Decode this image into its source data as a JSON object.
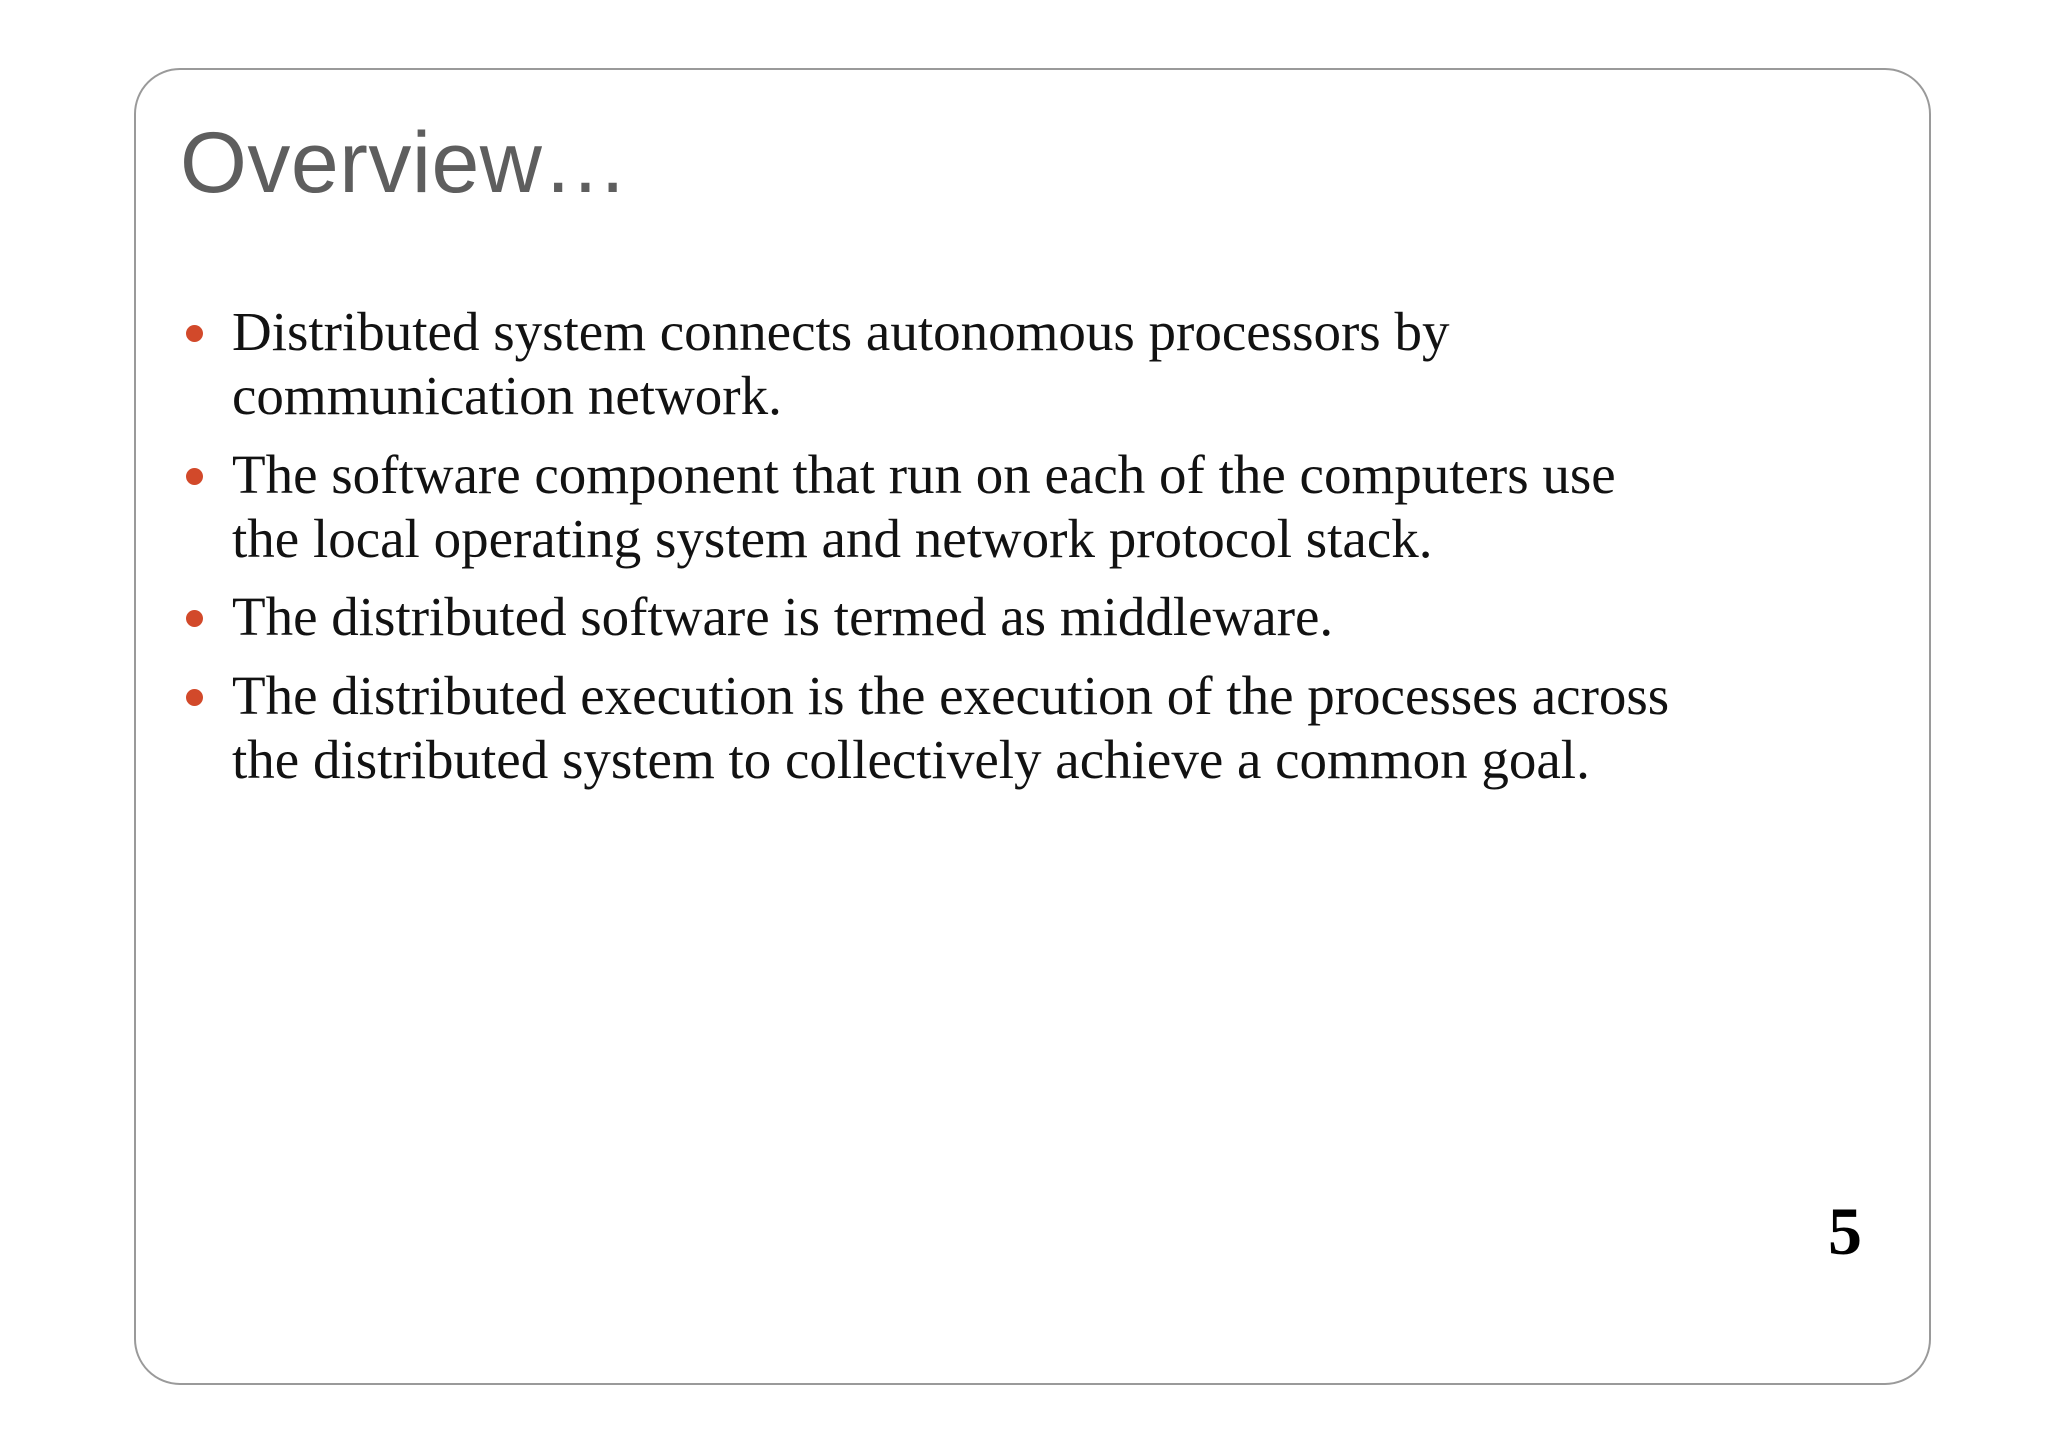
{
  "slide": {
    "title": "Overview…",
    "page_number": "5",
    "colors": {
      "title_text": "#5e5e5e",
      "body_text": "#121212",
      "bullet_marker": "#d2492a",
      "frame_border": "#9a9a9a",
      "background": "#ffffff"
    },
    "bullets": [
      {
        "marker": "bullet-dot-icon",
        "text": "Distributed system connects autonomous processors by communication network."
      },
      {
        "marker": "bullet-dot-icon",
        "text": "The software component that run on each of the computers use the local operating system and network protocol stack."
      },
      {
        "marker": "bullet-dot-icon",
        "text": "The distributed software is termed as middleware."
      },
      {
        "marker": "bullet-dot-icon",
        "text": "The distributed execution is the execution of the processes across the distributed system to collectively achieve a common goal."
      }
    ]
  }
}
